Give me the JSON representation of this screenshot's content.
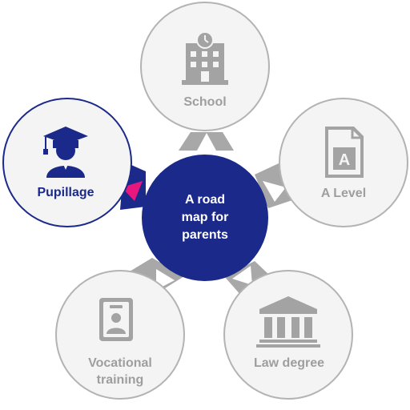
{
  "center": {
    "line1": "A road",
    "line2": "map for",
    "line3": "parents"
  },
  "nodes": [
    {
      "id": "school",
      "label": "School",
      "icon": "school-building-icon",
      "active": false
    },
    {
      "id": "a-level",
      "label": "A Level",
      "icon": "document-a-icon",
      "active": false
    },
    {
      "id": "law-degree",
      "label": "Law degree",
      "icon": "courthouse-icon",
      "active": false
    },
    {
      "id": "vocational",
      "label_line1": "Vocational",
      "label_line2": "training",
      "icon": "id-badge-icon",
      "active": false
    },
    {
      "id": "pupillage",
      "label": "Pupillage",
      "icon": "graduate-icon",
      "active": true
    }
  ],
  "colors": {
    "navy": "#1b2a8a",
    "grey_ring": "#b3b3b3",
    "grey_fill": "#f4f4f4",
    "grey_icon": "#a3a3a3",
    "grey_text": "#9e9e9e",
    "connector": "#a8a8a8",
    "active_accent": "#e8177d"
  }
}
